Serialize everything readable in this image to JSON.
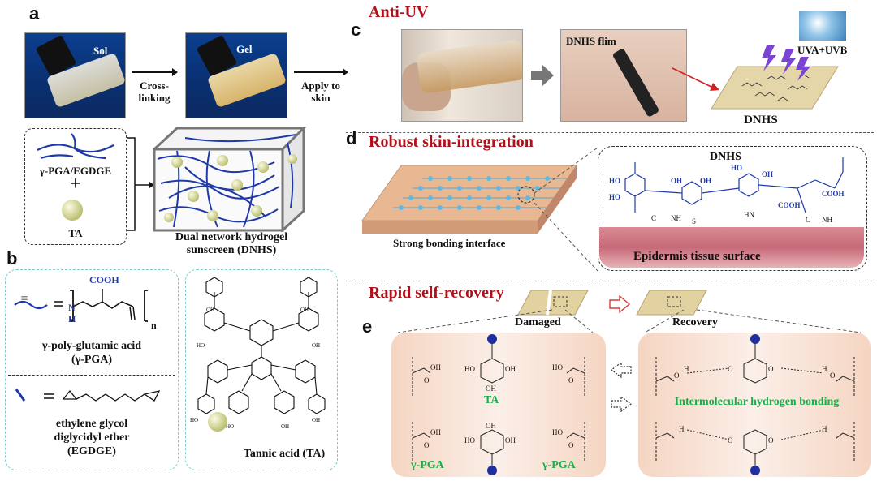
{
  "panel_a": {
    "letter": "a",
    "sol_label": "Sol",
    "gel_label": "Gel",
    "crosslink_label_1": "Cross-",
    "crosslink_label_2": "linking",
    "apply_label_1": "Apply to",
    "apply_label_2": "skin",
    "pga_label": "γ-PGA/EGDGE",
    "plus": "+",
    "ta_label": "TA",
    "dnhs_caption_1": "Dual network hydrogel",
    "dnhs_caption_2": "sunscreen (DNHS)"
  },
  "panel_b": {
    "letter": "b",
    "equals": "=",
    "cooh": "COOH",
    "n_label": "N",
    "h_label": "H",
    "sub_n": "n",
    "pga_name_1": "γ-poly-glutamic acid",
    "pga_name_2": "(γ-PGA)",
    "egdge_name_1": "ethylene glycol",
    "egdge_name_2": "diglycidyl ether",
    "egdge_name_3": "(EGDGE)",
    "ta_name": "Tannic acid (TA)"
  },
  "panel_c": {
    "letter": "c",
    "title": "Anti-UV",
    "film_label": "DNHS flim",
    "uv_label": "UVA+UVB",
    "dnhs_label": "DNHS"
  },
  "panel_d": {
    "letter": "d",
    "title": "Robust skin-integration",
    "interface_label": "Strong bonding interface",
    "dnhs_label": "DNHS",
    "epidermis_label": "Epidermis tissue surface"
  },
  "panel_e": {
    "letter": "e",
    "title": "Rapid self-recovery",
    "damaged_label": "Damaged",
    "recovery_label": "Recovery",
    "ta_label": "TA",
    "pga_left": "γ-PGA",
    "pga_right": "γ-PGA",
    "hbond_label": "Intermolecular hydrogen bonding"
  },
  "colors": {
    "accent_red": "#b0101a",
    "green_text": "#16b04a",
    "polymer_blue": "#1f3aa8",
    "sphere": "#e6e8a8",
    "cyan_dash": "#7cc9cf"
  }
}
